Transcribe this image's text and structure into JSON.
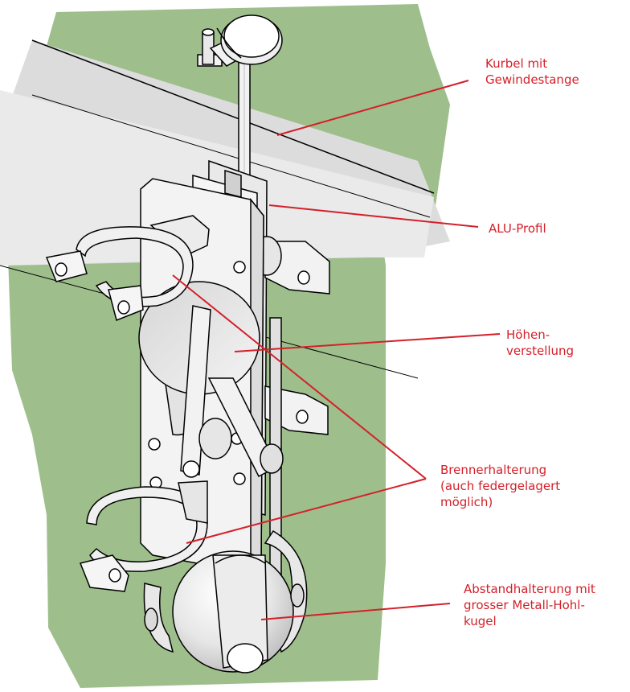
{
  "labels": {
    "kurbel": "Kurbel mit\nGewindestange",
    "alu": "ALU-Profil",
    "hoehen": "Höhen-\nverstellung",
    "brenner": "Brennerhalterung\n(auch federgelagert\nmöglich)",
    "abstand": "Abstandhalterung mit\ngrosser Metall-Hohl-\nkugel"
  },
  "colors": {
    "ground": "#9ebf8c",
    "road_light": "#e8e8e8",
    "road_mid": "#d8d8d8",
    "label_red": "#d4202a",
    "part_white": "#f2f2f2",
    "part_shade": "#cfcfcf",
    "outline": "#000000"
  }
}
